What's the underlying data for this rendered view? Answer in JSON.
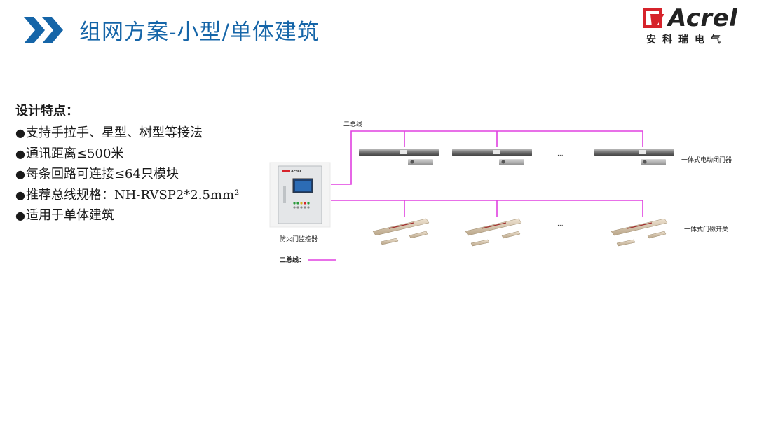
{
  "header": {
    "title": "组网方案-小型/单体建筑",
    "brand_name": "Acrel",
    "brand_cn": "安科瑞电气",
    "accent_color": "#1565a8",
    "brand_red": "#d6232b"
  },
  "features": {
    "heading": "设计特点：",
    "items": [
      "支持手拉手、星型、树型等接法",
      "通讯距离≤500米",
      "每条回路可连接≤64只模块",
      "推荐总线规格：NH-RVSP2*2.5mm²",
      "适用于单体建筑"
    ]
  },
  "diagram": {
    "bus_label": "二总线",
    "bus_color": "#e040e0",
    "controller": {
      "label": "防火门监控器",
      "brand": "Acrel"
    },
    "door_closer_row": {
      "label": "一体式电动闭门器",
      "ellipsis": "..."
    },
    "magnetic_switch_row": {
      "label": "一体式门磁开关",
      "ellipsis": "..."
    },
    "legend": {
      "label": "二总线："
    }
  }
}
